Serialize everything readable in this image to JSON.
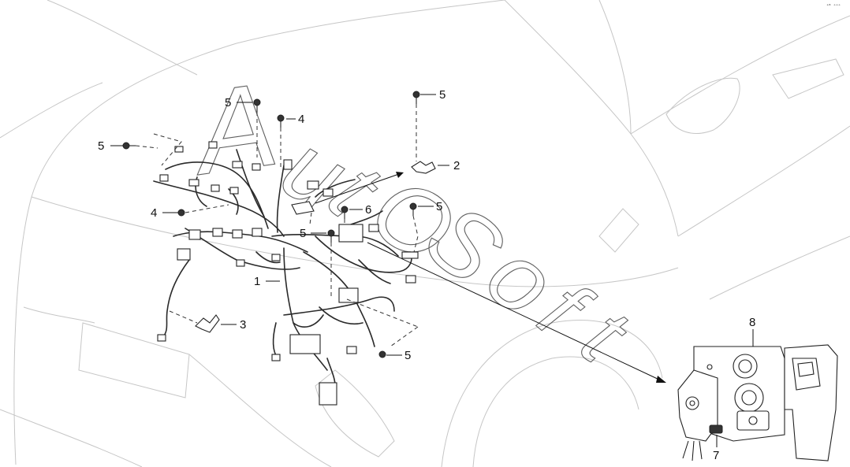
{
  "diagram": {
    "callouts": {
      "c1": "1",
      "c2": "2",
      "c3": "3",
      "c4a": "4",
      "c4b": "4",
      "c5a": "5",
      "c5b": "5",
      "c5c": "5",
      "c5d": "5",
      "c5e": "5",
      "c5f": "5",
      "c6": "6",
      "c7": "7",
      "c8": "8"
    },
    "corner_code": "ᵃᴮ ᵒᵒᵒ",
    "watermark": "AutoSoft"
  }
}
